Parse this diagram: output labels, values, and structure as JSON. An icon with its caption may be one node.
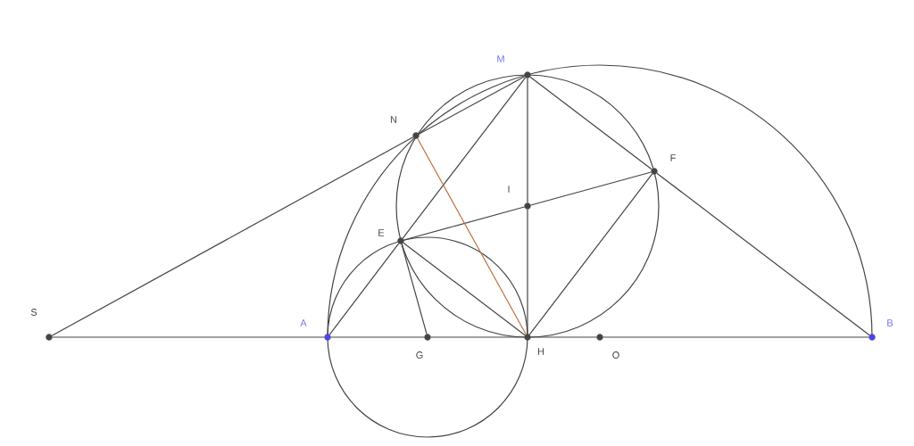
{
  "diagram": {
    "nodes": [
      {
        "text": [
          "S"
        ]
      },
      {
        "text": [
          "A"
        ]
      },
      {
        "text": [
          "G"
        ]
      },
      {
        "text": [
          "H"
        ]
      },
      {
        "text": [
          "O"
        ]
      },
      {
        "text": [
          "B"
        ]
      },
      {
        "text": [
          "M"
        ]
      },
      {
        "text": [
          "N"
        ]
      },
      {
        "text": [
          "E"
        ]
      },
      {
        "text": [
          "I"
        ]
      },
      {
        "text": [
          "F"
        ]
      }
    ],
    "edges": [
      {
        "from": 0,
        "to": 1,
        "arrow": "none"
      },
      {
        "from": 1,
        "to": 2,
        "arrow": "none"
      },
      {
        "from": 2,
        "to": 3,
        "arrow": "none"
      },
      {
        "from": 3,
        "to": 4,
        "arrow": "none"
      },
      {
        "from": 4,
        "to": 5,
        "arrow": "none"
      },
      {
        "from": 0,
        "to": 7,
        "arrow": "none"
      },
      {
        "from": 1,
        "to": 8,
        "arrow": "none"
      },
      {
        "from": 8,
        "to": 6,
        "arrow": "none"
      },
      {
        "from": 6,
        "to": 7,
        "arrow": "none"
      },
      {
        "from": 6,
        "to": 9,
        "arrow": "none"
      },
      {
        "from": 9,
        "to": 3,
        "arrow": "none"
      },
      {
        "from": 8,
        "to": 9,
        "arrow": "none"
      },
      {
        "from": 9,
        "to": 10,
        "arrow": "none"
      },
      {
        "from": 8,
        "to": 3,
        "arrow": "none"
      },
      {
        "from": 8,
        "to": 2,
        "arrow": "none"
      },
      {
        "from": 6,
        "to": 10,
        "arrow": "none"
      },
      {
        "from": 10,
        "to": 5,
        "arrow": "none"
      },
      {
        "from": 10,
        "to": 3,
        "arrow": "none"
      },
      {
        "from": 7,
        "to": 3,
        "arrow": "none",
        "color": "#c0703f"
      }
    ]
  }
}
